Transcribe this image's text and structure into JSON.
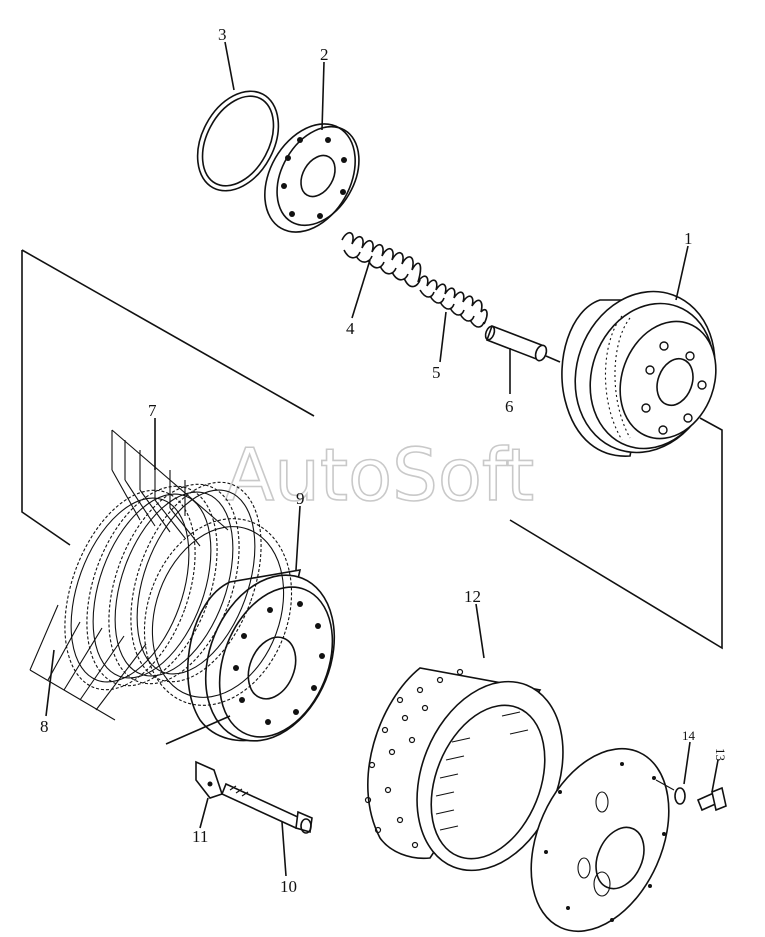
{
  "watermark": "AutoSoft",
  "parts": [
    {
      "id": "1"
    },
    {
      "id": "2"
    },
    {
      "id": "3"
    },
    {
      "id": "4"
    },
    {
      "id": "5"
    },
    {
      "id": "6"
    },
    {
      "id": "7"
    },
    {
      "id": "8"
    },
    {
      "id": "9"
    },
    {
      "id": "10"
    },
    {
      "id": "11"
    },
    {
      "id": "12"
    },
    {
      "id": "13"
    },
    {
      "id": "14"
    }
  ]
}
